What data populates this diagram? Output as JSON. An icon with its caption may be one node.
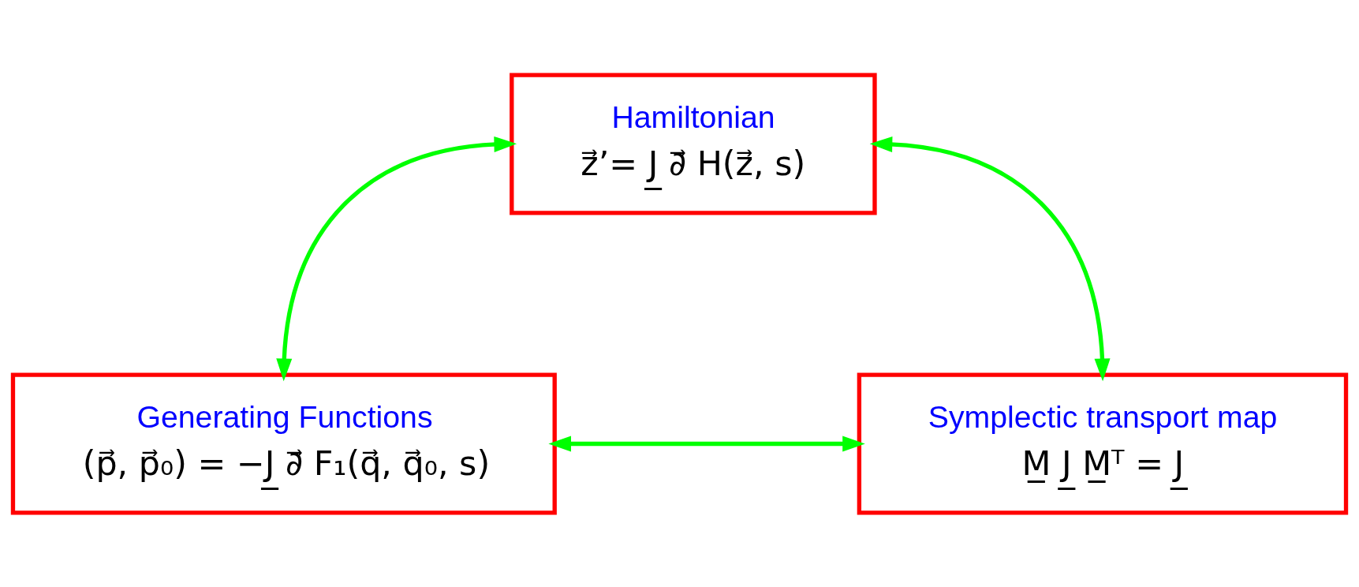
{
  "diagram": {
    "nodes": [
      {
        "text": [
          "Hamiltonian",
          "z⃗’= J̲ ∂⃗ H(z⃗, s)"
        ]
      },
      {
        "text": [
          "Generating Functions",
          "(p⃗, p⃗₀) = −J̲ ∂⃗ F₁(q⃗, q⃗₀, s)"
        ]
      },
      {
        "text": [
          "Symplectic transport map",
          "M̲ J̲ M̲ᵀ = J̲"
        ]
      }
    ],
    "edges": [
      {
        "from": 0,
        "to": 1,
        "arrow": "both"
      },
      {
        "from": 0,
        "to": 2,
        "arrow": "both"
      },
      {
        "from": 1,
        "to": 2,
        "arrow": "both"
      }
    ]
  }
}
